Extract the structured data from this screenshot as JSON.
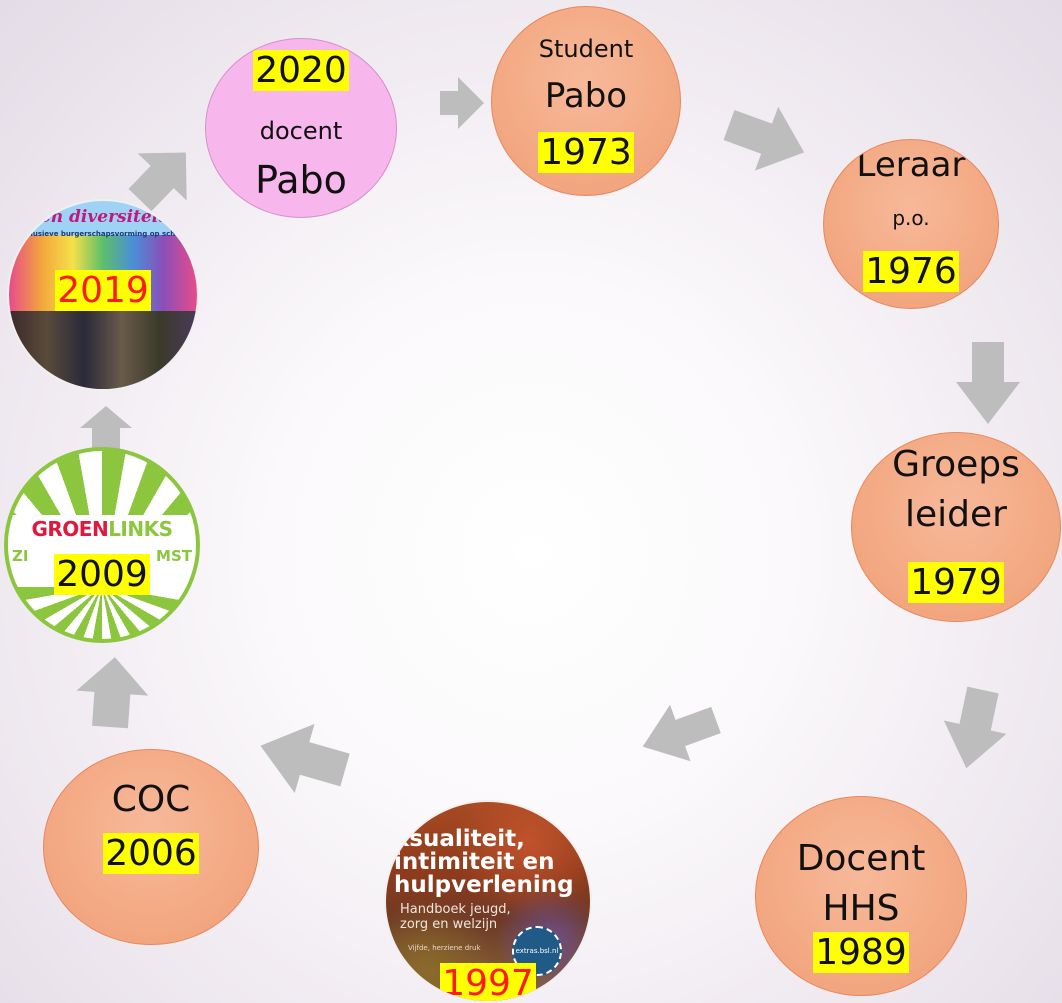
{
  "nodes": {
    "n2020": {
      "year": "2020",
      "line1": "docent",
      "line2": "Pabo"
    },
    "n1973": {
      "line1": "Student",
      "line2": "Pabo",
      "year": "1973"
    },
    "n1976": {
      "line1": "Leraar",
      "line2": "p.o.",
      "year": "1976"
    },
    "n1979": {
      "line1": "Groeps",
      "line2": "leider",
      "year": "1979"
    },
    "n1989": {
      "line1": "Docent",
      "line2": "HHS",
      "year": "1989"
    },
    "n1997": {
      "year": "1997",
      "book_title_1": "ksualiteit,",
      "book_title_2": "intimiteit en",
      "book_title_3": "hulpverlening",
      "book_sub_1": "Handboek jeugd,",
      "book_sub_2": "zorg en welzijn",
      "book_edition": "Vijfde, herziene druk",
      "book_badge": "extras.bsl.nl"
    },
    "n2006": {
      "line1": "COC",
      "year": "2006"
    },
    "n2009": {
      "logo_a": "GROEN",
      "logo_b": "LINKS",
      "logo_left": "ZI",
      "logo_right": "MST",
      "year": "2009"
    },
    "n2019": {
      "banner": "en diversiteit",
      "subbanner": "Inclusieve burgerschapsvorming op school",
      "year": "2019"
    }
  },
  "colors": {
    "node_fill": "#f3a983",
    "node_border": "#e8875b",
    "pink_fill": "#f7b7ec",
    "highlight": "#ffff00",
    "arrow": "#bdbdbd",
    "red_text": "#ff1a1a",
    "groenlinks_green": "#8cc63f",
    "groenlinks_red": "#e2173d"
  }
}
